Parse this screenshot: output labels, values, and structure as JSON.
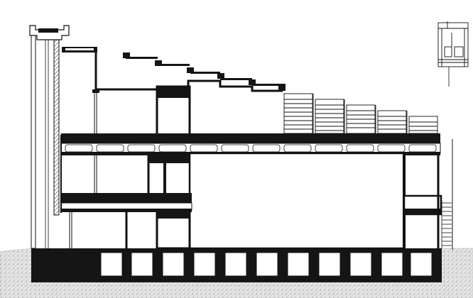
{
  "drawing": {
    "kind": "architectural section drawing",
    "stroke_color": "#111111",
    "fill_dark": "#151515",
    "paper_color": "#ffffff",
    "ground_color": "#d9d9d9",
    "key_plan_present": true,
    "floors_shown": 3,
    "basement_openings": 11,
    "roof_steps": 7,
    "roof_louver_panels": 5
  }
}
